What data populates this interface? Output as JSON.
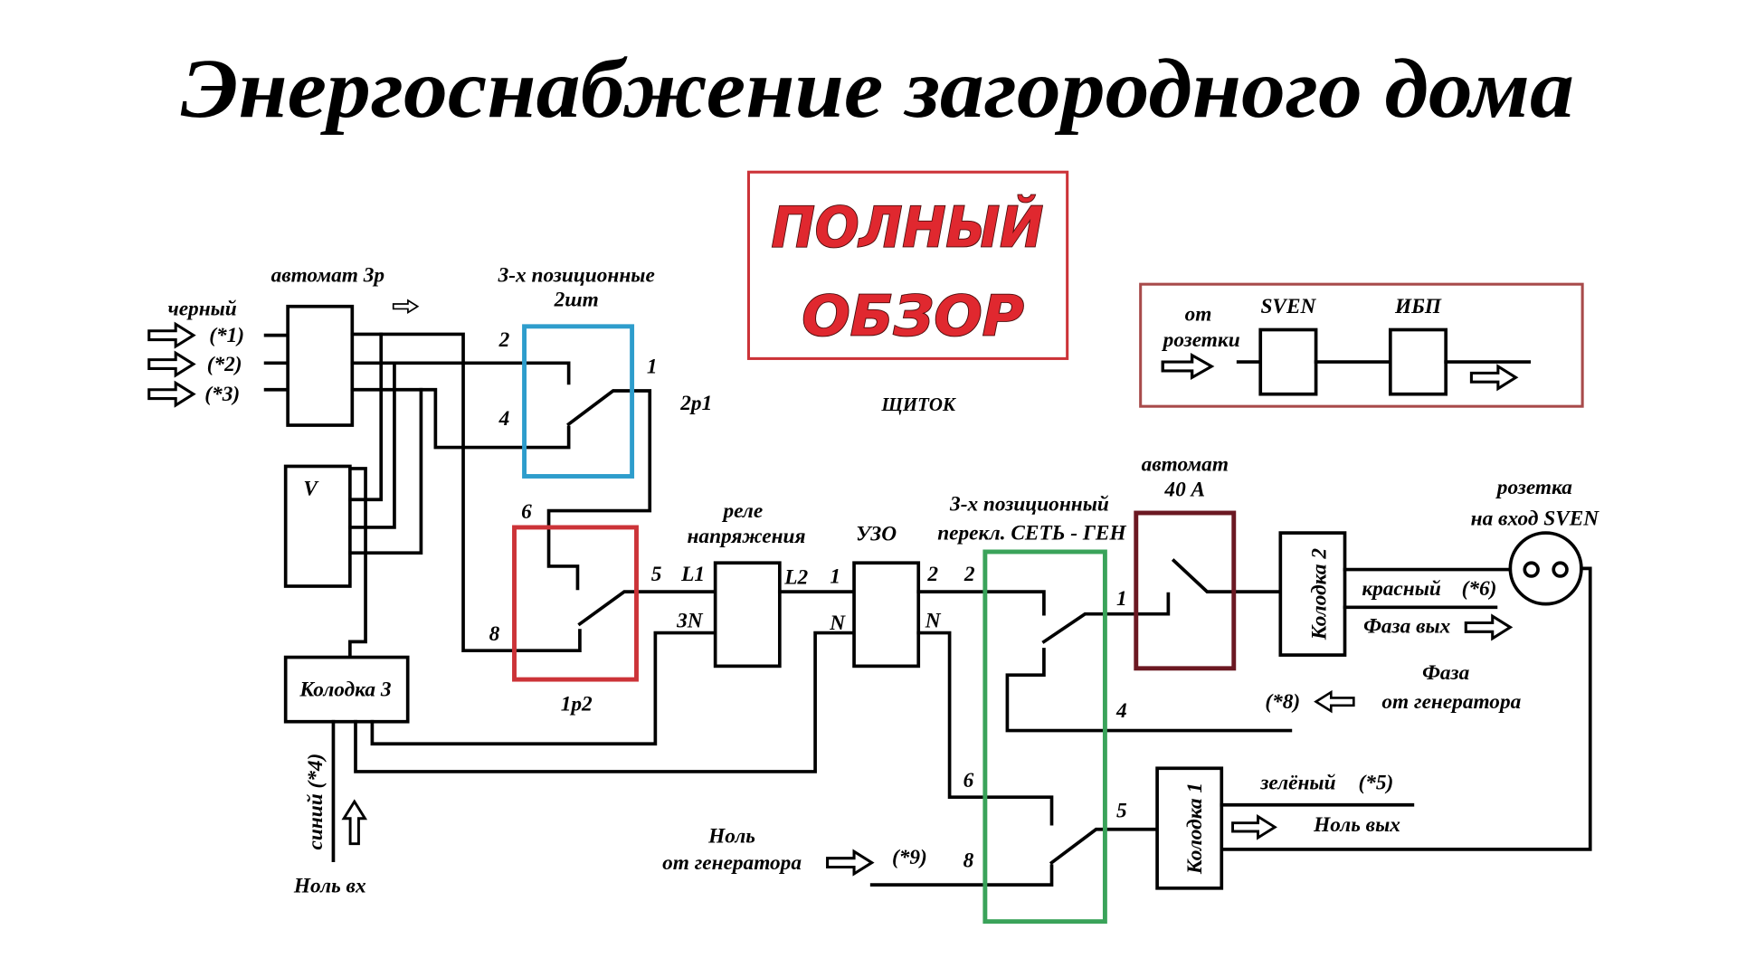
{
  "title": "Энергоснабжение загородного дома",
  "badge": {
    "line1": "ПОЛНЫЙ",
    "line2": "ОБЗОР"
  },
  "panel_label": "ЩИТОК",
  "ups_chain": {
    "from_line1": "от",
    "from_line2": "розетки",
    "stabilizer": "SVEN",
    "ups": "ИБП"
  },
  "input": {
    "breaker_label": "автомат 3р",
    "wire_color": "черный",
    "phase_refs": [
      "(*1)",
      "(*2)",
      "(*3)"
    ],
    "voltmeter": "V",
    "neutral_block": "Колодка 3",
    "neutral_wire": "синий (*4)",
    "neutral_in": "Ноль вх"
  },
  "switch_pair": {
    "title_line1": "3-х позиционные",
    "title_line2": "2шт",
    "sw1": {
      "name": "2р1",
      "contact_1": "1",
      "contact_2": "2",
      "contact_4": "4"
    },
    "sw2": {
      "name": "1р2",
      "contact_5": "5",
      "contact_6": "6",
      "contact_8": "8"
    }
  },
  "relay": {
    "line1": "реле",
    "line2": "напряжения",
    "l1": "L1",
    "l2": "L2",
    "n": "3N"
  },
  "rcd": {
    "name": "УЗО",
    "in_l": "1",
    "in_n": "N",
    "out_l": "2",
    "out_n": "N"
  },
  "transfer_switch": {
    "line1": "3-х позиционный",
    "line2": "перекл. СЕТЬ - ГЕН",
    "contact_1": "1",
    "contact_2": "2",
    "contact_4": "4",
    "contact_5": "5",
    "contact_6": "6",
    "contact_8": "8"
  },
  "breaker_40a": {
    "line1": "автомат",
    "line2": "40 А"
  },
  "block2": {
    "name": "Колодка 2",
    "wire_color": "красный",
    "wire_ref": "(*6)",
    "out_label": "Фаза вых"
  },
  "socket": {
    "line1": "розетка",
    "line2": "на вход SVEN"
  },
  "gen_phase": {
    "line1": "Фаза",
    "line2": "от генератора",
    "ref": "(*8)"
  },
  "block1": {
    "name": "Колодка 1",
    "wire_color": "зелёный",
    "wire_ref": "(*5)",
    "out_label": "Ноль вых"
  },
  "gen_neutral": {
    "line1": "Ноль",
    "line2": "от генератора",
    "ref": "(*9)"
  },
  "colors": {
    "badge_frame": "#cc3338",
    "badge_text": "#e0282f",
    "switch_pair_1": "#2e9dcc",
    "switch_pair_2": "#cc3338",
    "transfer_switch": "#3aa35a",
    "breaker_40a": "#6b1822",
    "ups_frame": "#a84a4a",
    "red_wire_label": "#b03030",
    "green_wire_label": "#3c9a55"
  }
}
